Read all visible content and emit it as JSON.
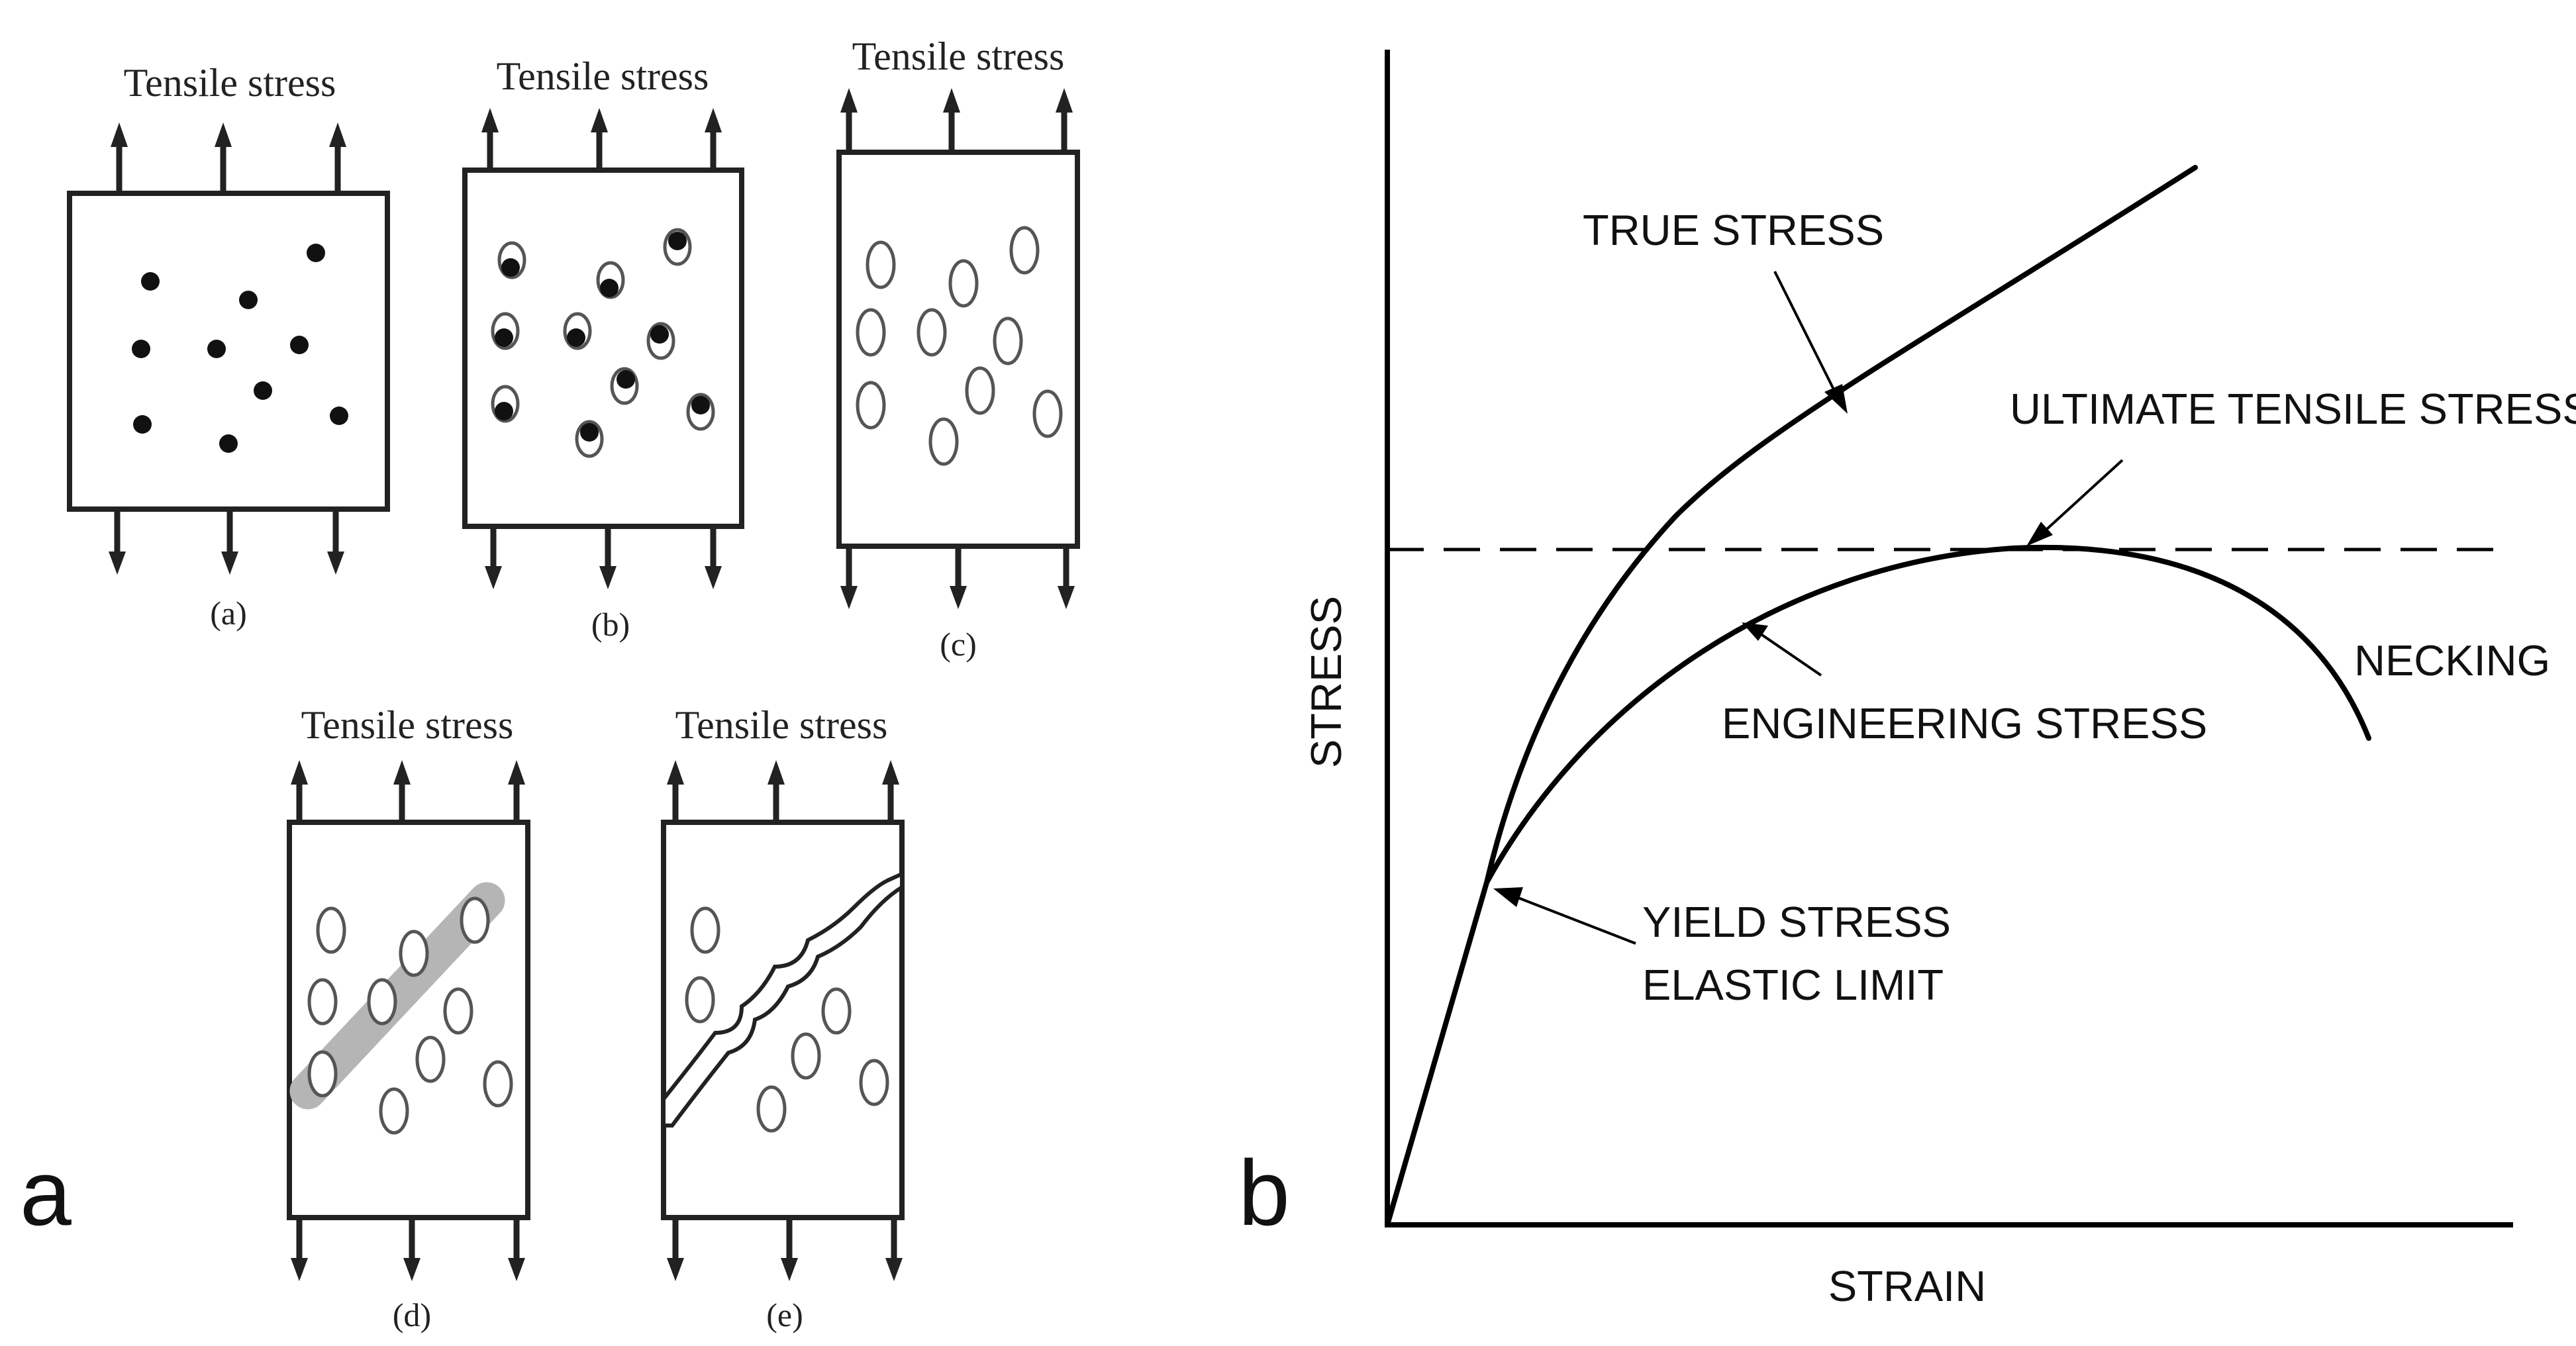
{
  "panel_a": {
    "letter": "a",
    "stress_label": "Tensile stress",
    "subpanels": [
      {
        "id": "a",
        "caption": "(a)"
      },
      {
        "id": "b",
        "caption": "(b)"
      },
      {
        "id": "c",
        "caption": "(c)"
      },
      {
        "id": "d",
        "caption": "(d)"
      },
      {
        "id": "e",
        "caption": "(e)"
      }
    ]
  },
  "panel_b": {
    "letter": "b",
    "labels": {
      "true_stress": "TRUE STRESS",
      "ultimate_tensile_stress": "ULTIMATE TENSILE STRESS",
      "necking": "NECKING",
      "engineering_stress": "ENGINEERING STRESS",
      "yield_stress": "YIELD STRESS",
      "elastic_limit": "ELASTIC LIMIT"
    },
    "axes": {
      "y_label": "STRESS",
      "x_label": "STRAIN"
    }
  }
}
